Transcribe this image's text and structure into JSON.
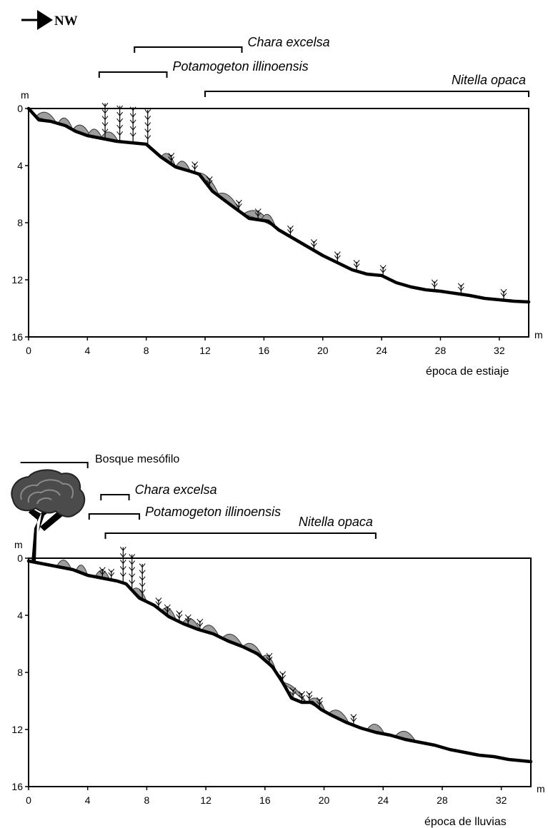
{
  "compass": {
    "label": "NW"
  },
  "panels": [
    {
      "caption": "época de estiaje",
      "unit_x": "m",
      "unit_y": "m",
      "x_ticks": [
        "0",
        "4",
        "8",
        "12",
        "16",
        "20",
        "24",
        "28",
        "32"
      ],
      "y_ticks": [
        "0",
        "4",
        "8",
        "12",
        "16"
      ],
      "x_range": [
        0,
        34
      ],
      "y_range": [
        0,
        16
      ],
      "bottom_profile": [
        [
          0,
          0
        ],
        [
          0.7,
          0.8
        ],
        [
          1.5,
          0.9
        ],
        [
          2.5,
          1.2
        ],
        [
          3.2,
          1.6
        ],
        [
          4,
          1.9
        ],
        [
          5,
          2.1
        ],
        [
          6,
          2.3
        ],
        [
          7,
          2.4
        ],
        [
          8,
          2.5
        ],
        [
          9,
          3.4
        ],
        [
          10,
          4.1
        ],
        [
          11,
          4.4
        ],
        [
          11.6,
          4.6
        ],
        [
          12.5,
          5.8
        ],
        [
          13.8,
          6.8
        ],
        [
          15,
          7.7
        ],
        [
          16.3,
          7.9
        ],
        [
          17,
          8.5
        ],
        [
          18,
          9.1
        ],
        [
          19,
          9.7
        ],
        [
          20,
          10.3
        ],
        [
          21,
          10.8
        ],
        [
          22,
          11.3
        ],
        [
          23,
          11.6
        ],
        [
          24,
          11.7
        ],
        [
          25,
          12.2
        ],
        [
          26,
          12.5
        ],
        [
          27,
          12.7
        ],
        [
          28,
          12.8
        ],
        [
          29,
          12.95
        ],
        [
          30,
          13.1
        ],
        [
          31,
          13.3
        ],
        [
          32,
          13.4
        ],
        [
          33,
          13.5
        ],
        [
          34,
          13.55
        ]
      ],
      "vegetation_mounds": [
        [
          1.2,
          0.7
        ],
        [
          2.5,
          0.5
        ],
        [
          3.6,
          0.6
        ],
        [
          4.5,
          0.5
        ],
        [
          5.5,
          0.6
        ],
        [
          9.5,
          0.5
        ],
        [
          10.5,
          0.5
        ],
        [
          12.2,
          0.8
        ],
        [
          13.6,
          0.8
        ],
        [
          15.5,
          0.9
        ],
        [
          16.3,
          0.5
        ]
      ],
      "plants": [
        [
          5.2,
          "tall"
        ],
        [
          6.2,
          "tall"
        ],
        [
          7.1,
          "tall"
        ],
        [
          8.1,
          "tall"
        ],
        [
          9.7,
          "short"
        ],
        [
          11.3,
          "short"
        ],
        [
          12.3,
          "short"
        ],
        [
          14.3,
          "short"
        ],
        [
          15.6,
          "short"
        ],
        [
          17.8,
          "short"
        ],
        [
          19.4,
          "short"
        ],
        [
          21,
          "short"
        ],
        [
          22.3,
          "short"
        ],
        [
          24.1,
          "short"
        ],
        [
          27.6,
          "short"
        ],
        [
          29.4,
          "short"
        ],
        [
          32.3,
          "short"
        ]
      ],
      "species": [
        {
          "name": "Chara excelsa",
          "from": 7.2,
          "to": 14.5,
          "row": 0
        },
        {
          "name": "Potamogeton illinoensis",
          "from": 4.8,
          "to": 9.4,
          "row": 1
        },
        {
          "name": "Nitella opaca",
          "from": 12,
          "to": 34,
          "row": 2
        }
      ]
    },
    {
      "caption": "época de lluvias",
      "unit_x": "m",
      "unit_y": "m",
      "x_ticks": [
        "0",
        "4",
        "8",
        "12",
        "16",
        "20",
        "24",
        "28",
        "32"
      ],
      "y_ticks": [
        "0",
        "4",
        "8",
        "12",
        "16"
      ],
      "x_range": [
        0,
        34
      ],
      "y_range": [
        0,
        16
      ],
      "forest_label": "Bosque mesófilo",
      "forest_extent": [
        -0.5,
        4
      ],
      "bottom_profile": [
        [
          0,
          0.2
        ],
        [
          1,
          0.4
        ],
        [
          2,
          0.6
        ],
        [
          3,
          0.8
        ],
        [
          4,
          1.2
        ],
        [
          5,
          1.4
        ],
        [
          6,
          1.6
        ],
        [
          6.6,
          1.8
        ],
        [
          7.5,
          2.8
        ],
        [
          8.5,
          3.3
        ],
        [
          9.5,
          4.1
        ],
        [
          10.5,
          4.6
        ],
        [
          11.5,
          5.0
        ],
        [
          12.5,
          5.3
        ],
        [
          13.5,
          5.8
        ],
        [
          14.5,
          6.2
        ],
        [
          15.5,
          6.7
        ],
        [
          16.5,
          7.6
        ],
        [
          17.2,
          8.7
        ],
        [
          17.8,
          9.8
        ],
        [
          18.5,
          10.1
        ],
        [
          19.2,
          10.1
        ],
        [
          19.8,
          10.6
        ],
        [
          20.5,
          11.0
        ],
        [
          21.5,
          11.5
        ],
        [
          22.5,
          11.9
        ],
        [
          23.5,
          12.2
        ],
        [
          24.5,
          12.4
        ],
        [
          25.5,
          12.7
        ],
        [
          26.5,
          12.9
        ],
        [
          27.5,
          13.1
        ],
        [
          28.5,
          13.4
        ],
        [
          29.5,
          13.6
        ],
        [
          30.5,
          13.8
        ],
        [
          31.5,
          13.9
        ],
        [
          32.5,
          14.1
        ],
        [
          33.5,
          14.2
        ],
        [
          34,
          14.25
        ]
      ],
      "vegetation_mounds": [
        [
          2.4,
          0.5
        ],
        [
          3.6,
          0.4
        ],
        [
          5,
          0.5
        ],
        [
          7.5,
          0.5
        ],
        [
          9.5,
          0.5
        ],
        [
          11,
          0.6
        ],
        [
          12.3,
          0.6
        ],
        [
          13.8,
          0.7
        ],
        [
          15.2,
          0.7
        ],
        [
          16.3,
          0.5
        ],
        [
          18,
          0.8
        ],
        [
          19.5,
          0.6
        ],
        [
          21,
          0.7
        ],
        [
          23.5,
          0.6
        ],
        [
          25.5,
          0.7
        ]
      ],
      "plants": [
        [
          5,
          "short"
        ],
        [
          5.6,
          "short"
        ],
        [
          6.4,
          "tall"
        ],
        [
          7,
          "tall"
        ],
        [
          7.7,
          "tall"
        ],
        [
          8.8,
          "short"
        ],
        [
          9.4,
          "short"
        ],
        [
          10.2,
          "short"
        ],
        [
          10.8,
          "short"
        ],
        [
          11.6,
          "short"
        ],
        [
          16.3,
          "short"
        ],
        [
          17.2,
          "short"
        ],
        [
          17.9,
          "short"
        ],
        [
          18.5,
          "short"
        ],
        [
          19,
          "short"
        ],
        [
          19.7,
          "short"
        ],
        [
          22,
          "short"
        ]
      ],
      "species": [
        {
          "name": "Chara excelsa",
          "from": 4.9,
          "to": 6.8,
          "row": 0
        },
        {
          "name": "Potamogeton illinoensis",
          "from": 4.1,
          "to": 7.5,
          "row": 1
        },
        {
          "name": "Nitella opaca",
          "from": 5.2,
          "to": 23.5,
          "row": 2
        }
      ]
    }
  ],
  "colors": {
    "ink": "#000000",
    "vegetation": "#9d9d9d",
    "canopy": "#4b4b4b",
    "canopy_rings": "#8a8a8a",
    "frame": "#000000"
  }
}
